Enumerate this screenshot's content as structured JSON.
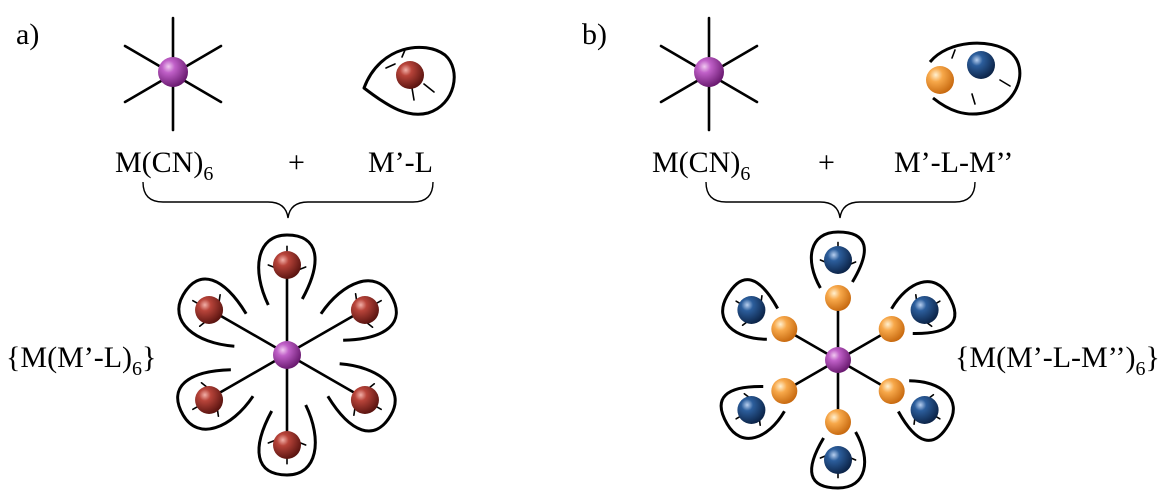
{
  "panel_a": {
    "tag": "a)",
    "reactant1": {
      "base": "M(CN)",
      "sub": "6"
    },
    "plus": "+",
    "reactant2": "M’-L",
    "product": {
      "pre": "{M(M’-L)",
      "sub": "6",
      "post": "}"
    }
  },
  "panel_b": {
    "tag": "b)",
    "reactant1": {
      "base": "M(CN)",
      "sub": "6"
    },
    "plus": "+",
    "reactant2": "M’-L-M’’",
    "product": {
      "pre": "{M(M’-L-M’’)",
      "sub": "6",
      "post": "}"
    }
  },
  "colors": {
    "center_metal": "#a040a8",
    "metal_red": "#a8302a",
    "metal_orange": "#f5a040",
    "metal_blue": "#1f4f8a"
  }
}
